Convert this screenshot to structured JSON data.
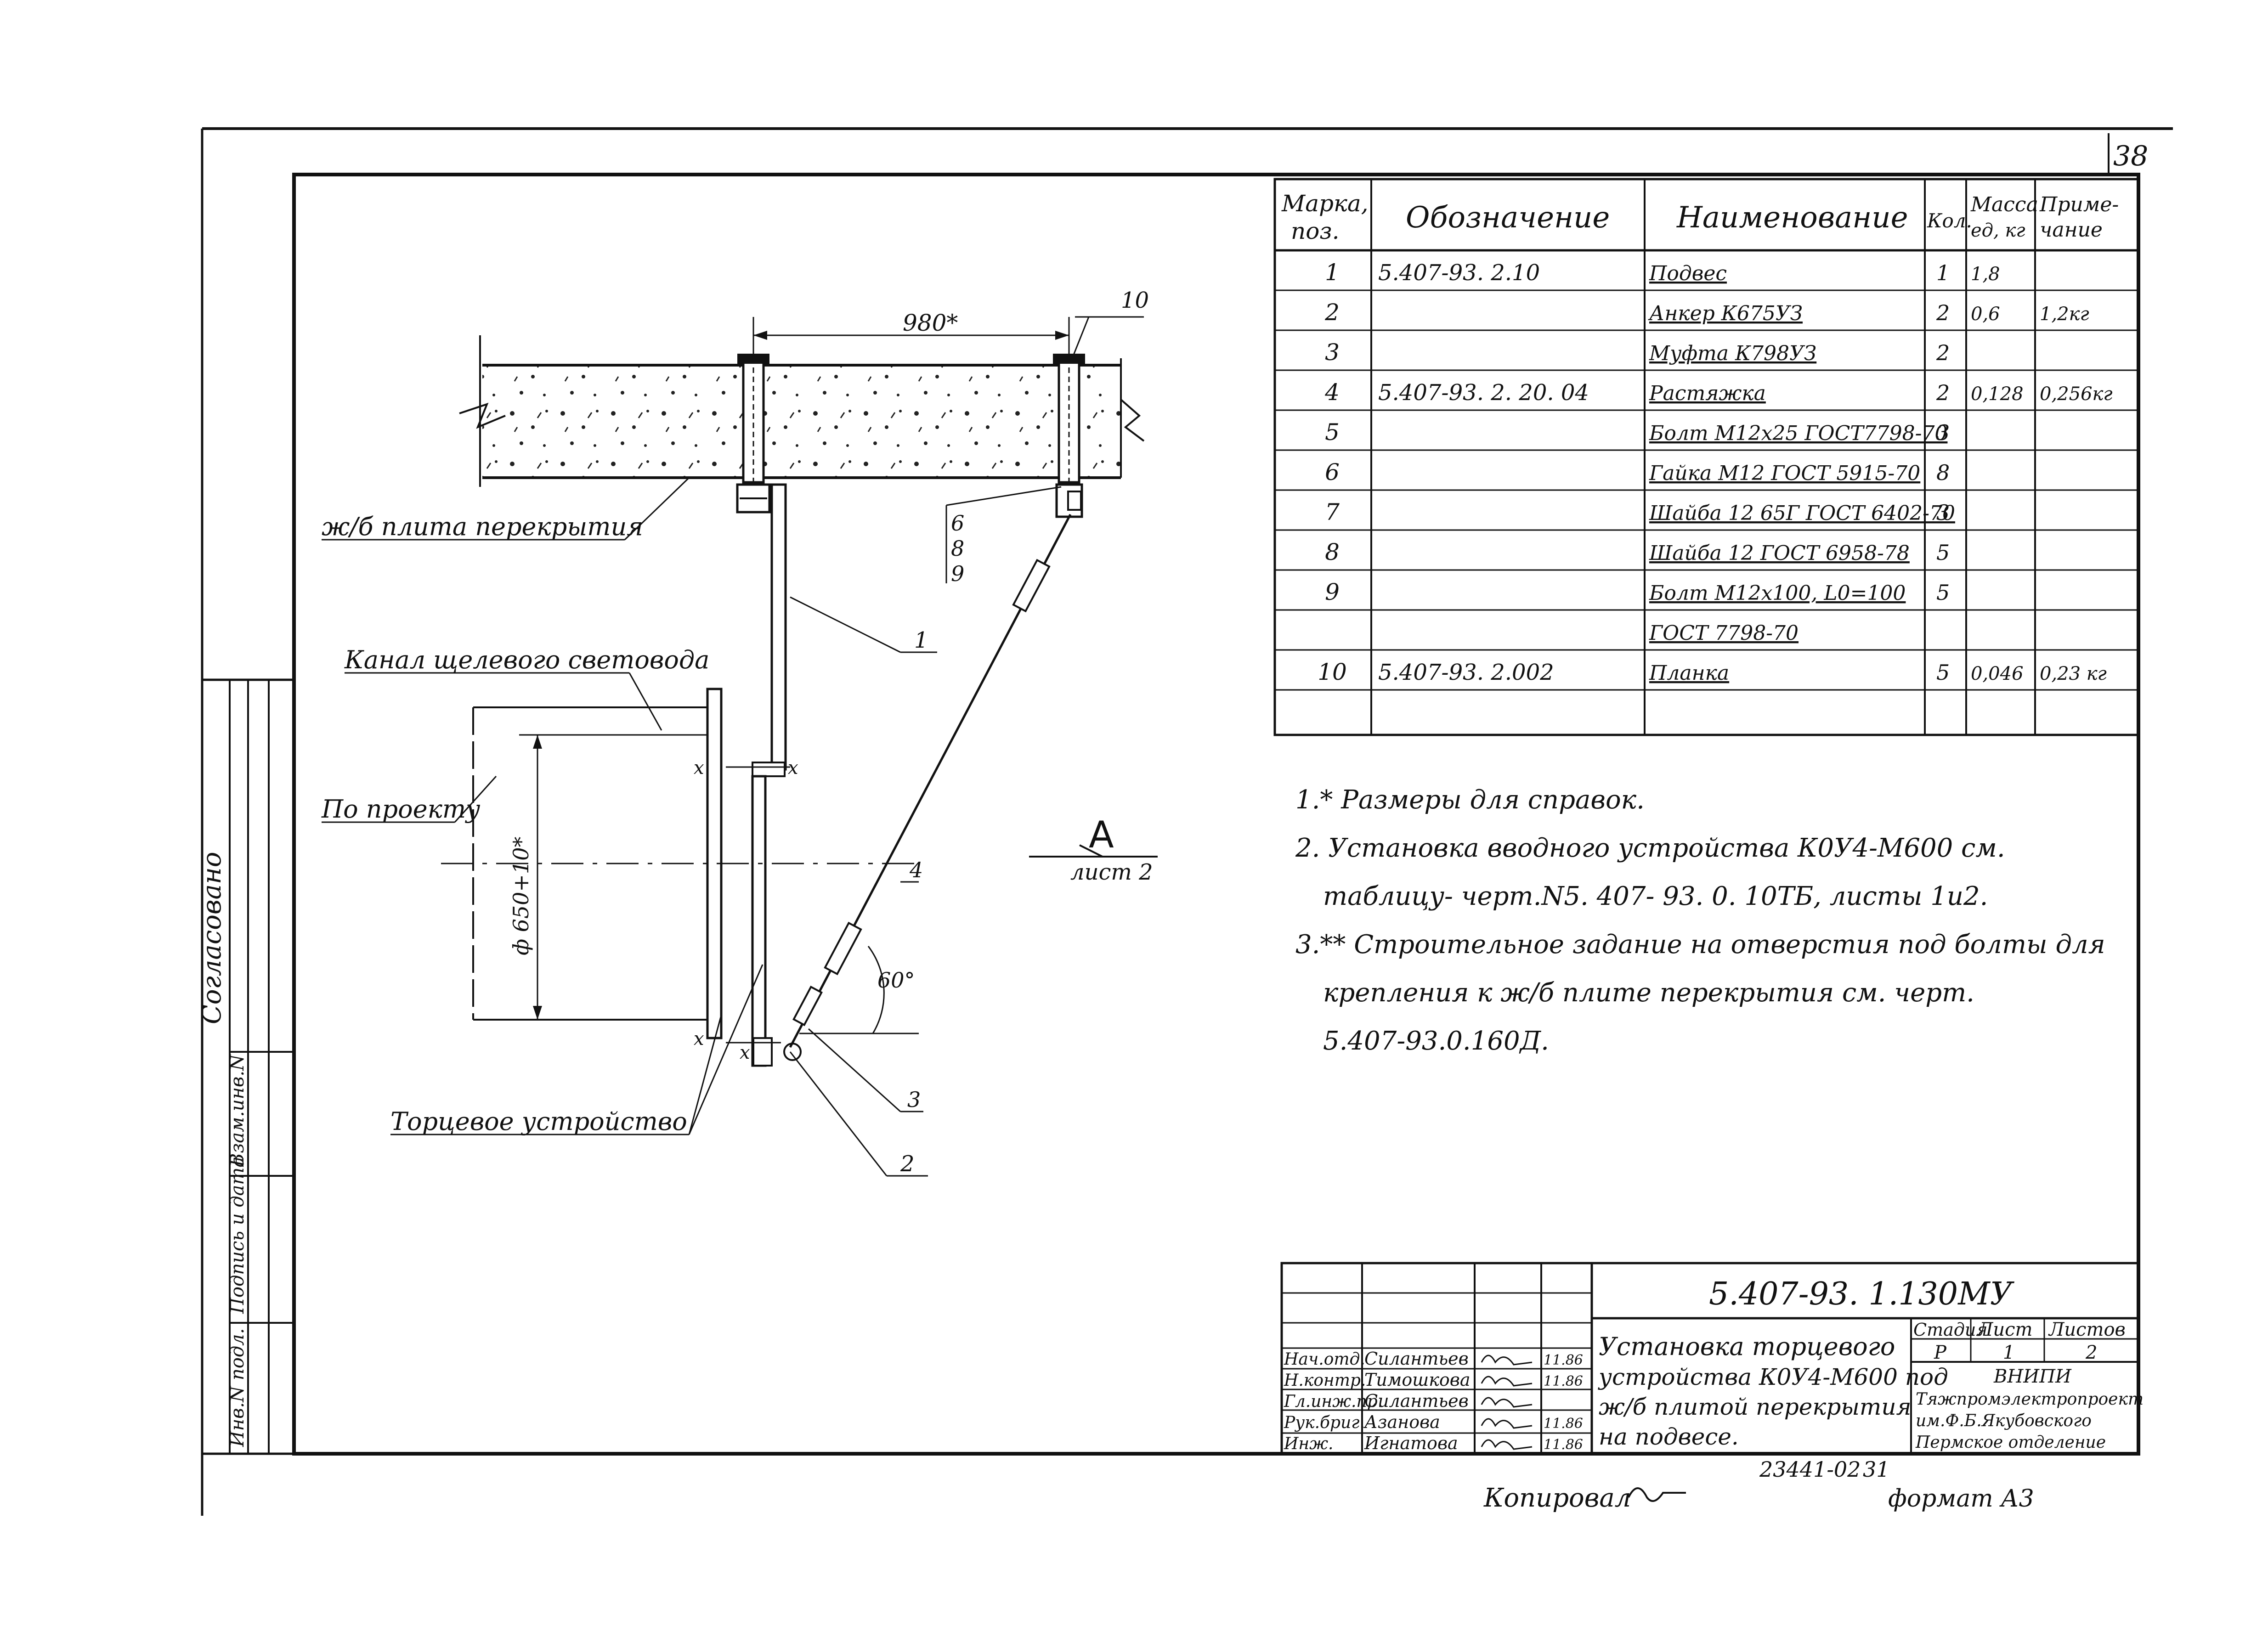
{
  "sheet_number": "38",
  "table": {
    "headers": {
      "mark": [
        "Марка,",
        "поз."
      ],
      "designation": "Обозначение",
      "name": "Наименование",
      "qty": "Кол.",
      "mass": [
        "Масса",
        "ед, кг"
      ],
      "note": [
        "Приме-",
        "чание"
      ]
    },
    "rows": [
      {
        "pos": "1",
        "designation": "5.407-93. 2.10",
        "name": "Подвес",
        "qty": "1",
        "mass": "1,8",
        "note": ""
      },
      {
        "pos": "2",
        "designation": "",
        "name": "Анкер К675УЗ",
        "qty": "2",
        "mass": "0,6",
        "note": "1,2кг"
      },
      {
        "pos": "3",
        "designation": "",
        "name": "Муфта К798УЗ",
        "qty": "2",
        "mass": "",
        "note": ""
      },
      {
        "pos": "4",
        "designation": "5.407-93. 2. 20. 04",
        "name": "Растяжка",
        "qty": "2",
        "mass": "0,128",
        "note": "0,256кг"
      },
      {
        "pos": "5",
        "designation": "",
        "name": "Болт М12х25 ГОСТ7798-70",
        "qty": "3",
        "mass": "",
        "note": ""
      },
      {
        "pos": "6",
        "designation": "",
        "name": "Гайка М12 ГОСТ 5915-70",
        "qty": "8",
        "mass": "",
        "note": ""
      },
      {
        "pos": "7",
        "designation": "",
        "name": "Шайба 12 65Г ГОСТ 6402-70",
        "qty": "3",
        "mass": "",
        "note": ""
      },
      {
        "pos": "8",
        "designation": "",
        "name": "Шайба 12 ГОСТ 6958-78",
        "qty": "5",
        "mass": "",
        "note": ""
      },
      {
        "pos": "9",
        "designation": "",
        "name": "Болт М12х100, L0=100",
        "qty": "5",
        "mass": "",
        "note": ""
      },
      {
        "pos": "",
        "designation": "",
        "name": "ГОСТ 7798-70",
        "qty": "",
        "mass": "",
        "note": ""
      },
      {
        "pos": "10",
        "designation": "5.407-93. 2.002",
        "name": "Планка",
        "qty": "5",
        "mass": "0,046",
        "note": "0,23 кг"
      }
    ]
  },
  "notes": [
    "1.* Размеры для справок.",
    "2. Установка вводного устройства К0У4-М600 см.",
    "таблицу- черт.N5. 407- 93. 0. 10ТБ, листы 1и2.",
    "3.** Строительное задание на отверстия под болты для",
    "крепления к ж/б плите перекрытия см. черт.",
    "5.407-93.0.160Д."
  ],
  "drawing": {
    "dim_top": "980*",
    "dim_vertical": "ф 650+10*",
    "angle": "60°",
    "label_slab": "ж/б плита перекрытия",
    "label_channel": "Канал щелевого световода",
    "label_project": "По проекту",
    "label_end_device": "Торцевое устройство",
    "view_letter": "А",
    "view_sheet": "лист 2",
    "callouts": [
      "1",
      "2",
      "4",
      "6",
      "8",
      "9",
      "10",
      "3"
    ]
  },
  "side_stamp": {
    "agreed": "Согласовано",
    "inv_replace": "Взам.инв.N",
    "sign_date": "Подпись и дата",
    "inv_orig": "Инв.N подл."
  },
  "title_block": {
    "code": "5.407-93. 1.130МУ",
    "title": [
      "Установка торцевого",
      "устройства К0У4-М600 под",
      "ж/б плитой перекрытия",
      "на подвесе."
    ],
    "stage_header": "Стадия",
    "sheet_header": "Лист",
    "sheets_header": "Листов",
    "stage": "Р",
    "sheet": "1",
    "sheets": "2",
    "org": [
      "ВНИПИ",
      "Тяжпромэлектропроект",
      "им.Ф.Б.Якубовского",
      "Пермское отделение"
    ],
    "staff": [
      {
        "role": "Нач.отд.",
        "name": "Силантьев",
        "date": "11.86"
      },
      {
        "role": "Н.контр.",
        "name": "Тимошкова",
        "date": "11.86"
      },
      {
        "role": "Гл.инж.пр.",
        "name": "Силантьев",
        "date": ""
      },
      {
        "role": "Рук.бриг.",
        "name": "Азанова",
        "date": "11.86"
      },
      {
        "role": "Инж.",
        "name": "Игнатова",
        "date": "11.86"
      }
    ]
  },
  "bottom": {
    "copied": "Копировал",
    "number": "23441-02",
    "page": "31",
    "format": "формат А3"
  }
}
